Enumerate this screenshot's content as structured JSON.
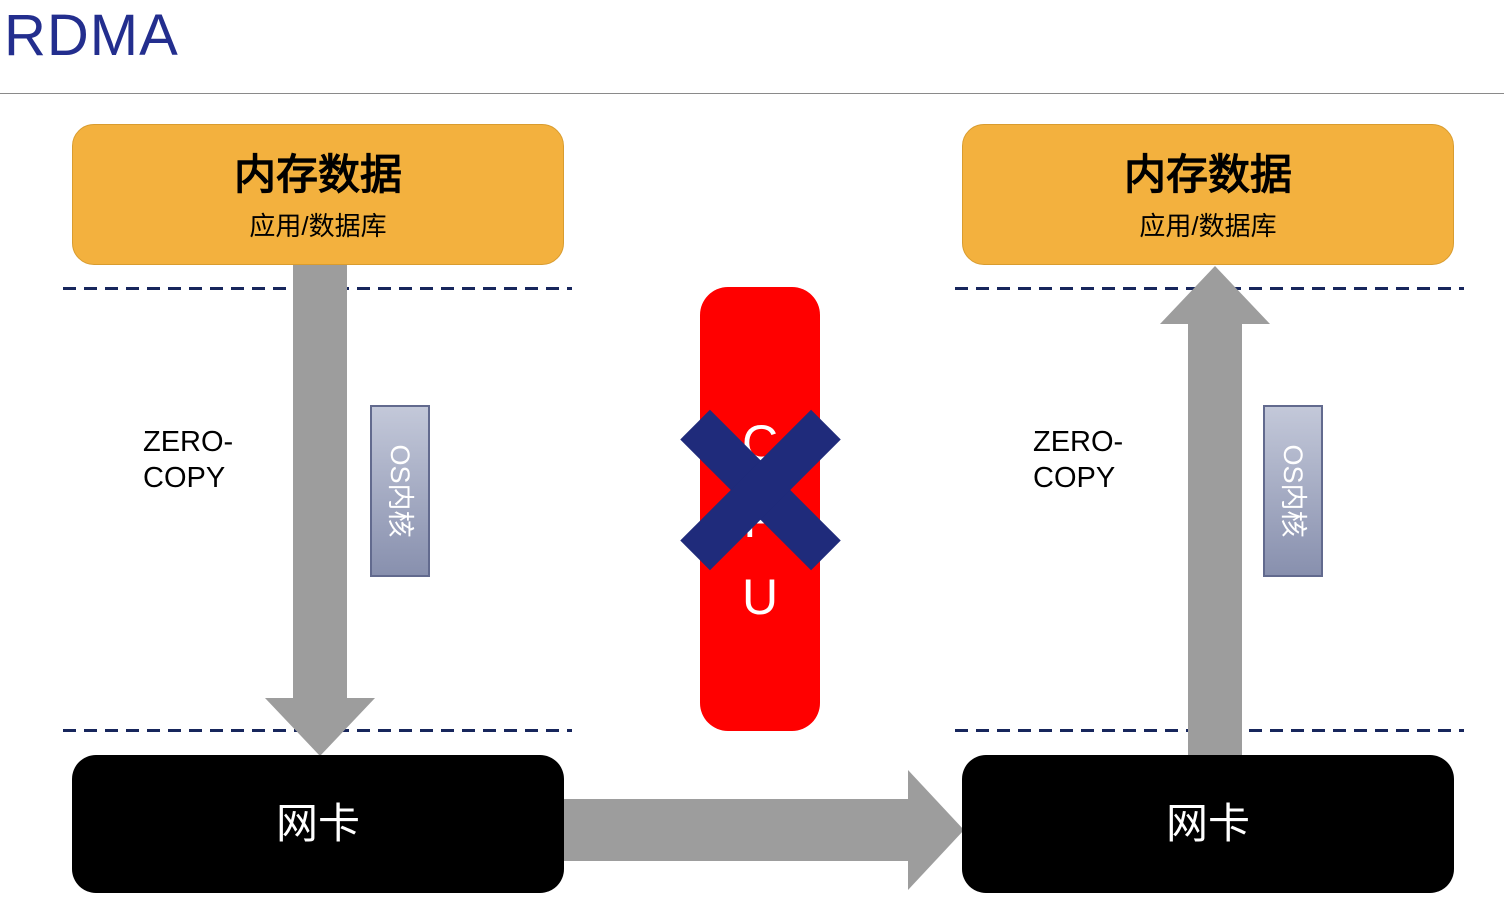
{
  "title": "RDMA",
  "left": {
    "memory_title": "内存数据",
    "memory_subtitle": "应用/数据库",
    "zero_copy_line1": "ZERO-",
    "zero_copy_line2": "COPY",
    "os_kernel": "OS内核",
    "nic": "网卡"
  },
  "right": {
    "memory_title": "内存数据",
    "memory_subtitle": "应用/数据库",
    "zero_copy_line1": "ZERO-",
    "zero_copy_line2": "COPY",
    "os_kernel": "OS内核",
    "nic": "网卡"
  },
  "cpu": {
    "l1": "C",
    "l2": "P",
    "l3": "U"
  },
  "colors": {
    "title_text": "#232E8E",
    "memory_box": "#F3B13E",
    "arrow_gray": "#9D9D9D",
    "cpu_box": "#FF0000",
    "cross_navy": "#1F2B7B",
    "os_box": "#8890AE",
    "nic_box": "#000000",
    "dashed_line": "#17265C"
  }
}
